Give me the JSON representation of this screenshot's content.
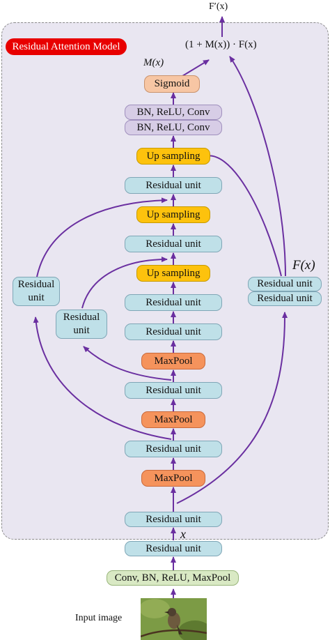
{
  "title": "Residual Attention Model",
  "labels": {
    "output": "F′(x)",
    "combine": "(1 + M(x)) · F(x)",
    "mask": "M(x)",
    "trunk": "F(x)",
    "x": "x",
    "input": "Input image"
  },
  "mask_branch": {
    "sigmoid": "Sigmoid",
    "bn_conv_1": "BN, ReLU, Conv",
    "bn_conv_2": "BN, ReLU, Conv",
    "up_1": "Up sampling",
    "res_1": "Residual unit",
    "up_2": "Up sampling",
    "res_2": "Residual unit",
    "up_3": "Up sampling",
    "res_3": "Residual unit",
    "res_4": "Residual unit",
    "pool_1": "MaxPool",
    "res_5": "Residual unit",
    "pool_2": "MaxPool",
    "res_6": "Residual unit",
    "pool_3": "MaxPool"
  },
  "skip_left_outer": "Residual unit",
  "skip_left_inner": "Residual unit",
  "trunk_branch": {
    "res_a": "Residual unit",
    "res_b": "Residual unit"
  },
  "bottom": {
    "res_in": "Residual unit",
    "res_pre": "Residual unit",
    "stem": "Conv, BN, ReLU, MaxPool"
  },
  "colors": {
    "arrow": "#6a2fa0",
    "residual": "#bfe0e8",
    "upsampling": "#fdc20d",
    "maxpool": "#f5935c",
    "sigmoid": "#f7c6a4",
    "bnconv": "#d7cde6",
    "stem": "#d9e9c4",
    "badge": "#e80000",
    "panel": "#e9e6f1"
  }
}
